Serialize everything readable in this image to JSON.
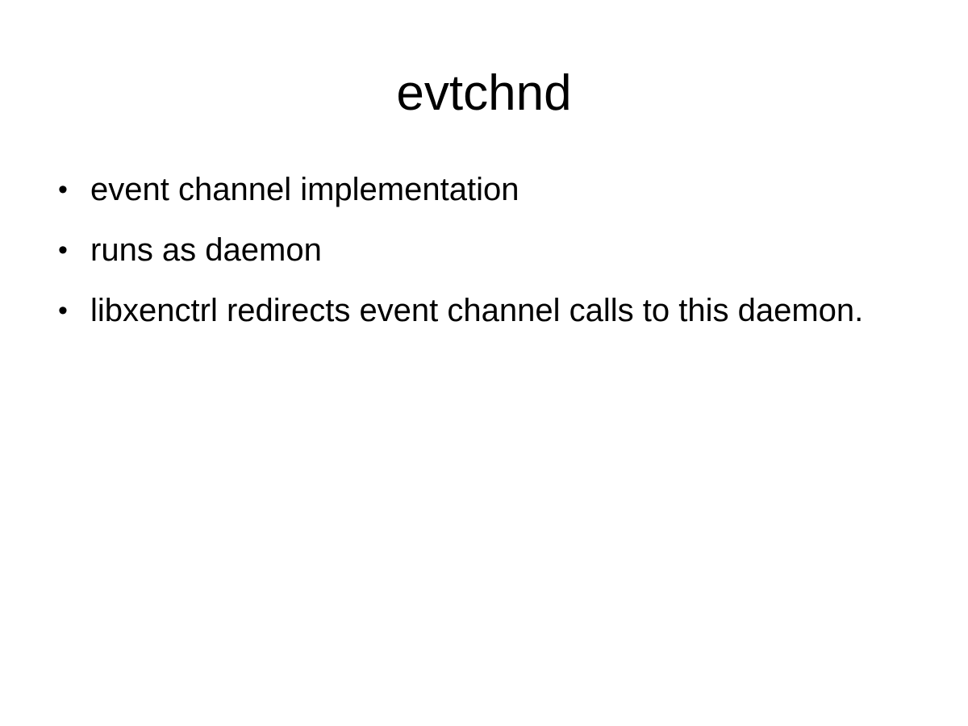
{
  "slide": {
    "title": "evtchnd",
    "bullet_glyph": "•",
    "bullets": [
      {
        "text": "event channel implementation"
      },
      {
        "text": "runs as daemon"
      },
      {
        "text": "libxenctrl redirects event channel calls to this daemon."
      }
    ]
  }
}
